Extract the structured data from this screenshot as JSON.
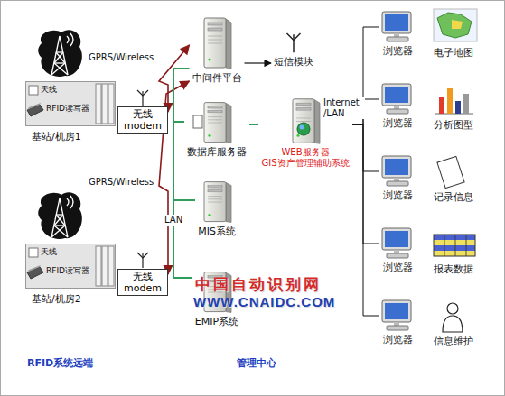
{
  "diagram": {
    "nodes": [
      {
        "text": [
          "基站/机房1"
        ]
      },
      {
        "text": [
          "天线"
        ],
        "in": 0
      },
      {
        "text": [
          "RFID读写器"
        ],
        "in": 0
      },
      {
        "text": [
          "无线 modem"
        ]
      },
      {
        "text": [
          "基站/机房2"
        ]
      },
      {
        "text": [
          "天线"
        ],
        "in": 4
      },
      {
        "text": [
          "RFID读写器"
        ],
        "in": 4
      },
      {
        "text": [
          "无线 modem"
        ]
      },
      {
        "text": [
          "中间件平台"
        ]
      },
      {
        "text": [
          "短信模块"
        ]
      },
      {
        "text": [
          "数据库服务器"
        ]
      },
      {
        "text": [
          "WEB服务器",
          "GIS资产管理辅助系统"
        ]
      },
      {
        "text": [
          "MIS系统"
        ]
      },
      {
        "text": [
          "EMIP系统"
        ]
      },
      {
        "text": [
          "浏览器"
        ]
      },
      {
        "text": [
          "浏览器"
        ]
      },
      {
        "text": [
          "浏览器"
        ]
      },
      {
        "text": [
          "浏览器"
        ]
      },
      {
        "text": [
          "浏览器"
        ]
      }
    ],
    "edges": [
      {
        "from": 3,
        "to": 8,
        "arrow": "both",
        "label": "GPRS/Wireless"
      },
      {
        "from": 7,
        "to": 8,
        "arrow": "both",
        "label": "GPRS/Wireless"
      },
      {
        "from": 8,
        "to": 9,
        "arrow": "to"
      },
      {
        "from": 8,
        "to": 10,
        "arrow": "none"
      },
      {
        "from": 10,
        "to": 12,
        "arrow": "none",
        "label": "LAN"
      },
      {
        "from": 12,
        "to": 13,
        "arrow": "none"
      },
      {
        "from": 10,
        "to": 11,
        "arrow": "none"
      },
      {
        "from": 11,
        "to": 14,
        "arrow": "none",
        "label": "Internet /LAN"
      },
      {
        "from": 11,
        "to": 15,
        "arrow": "none"
      },
      {
        "from": 11,
        "to": 16,
        "arrow": "none"
      },
      {
        "from": 11,
        "to": 17,
        "arrow": "none"
      },
      {
        "from": 11,
        "to": 18,
        "arrow": "none"
      }
    ],
    "labels": [
      "电子地图",
      "分析图型",
      "记录信息",
      "报表数据",
      "信息维护",
      "RFID系统远端",
      "管理中心",
      "中国自动识别网",
      "WWW.CNAIDC.COM"
    ]
  }
}
